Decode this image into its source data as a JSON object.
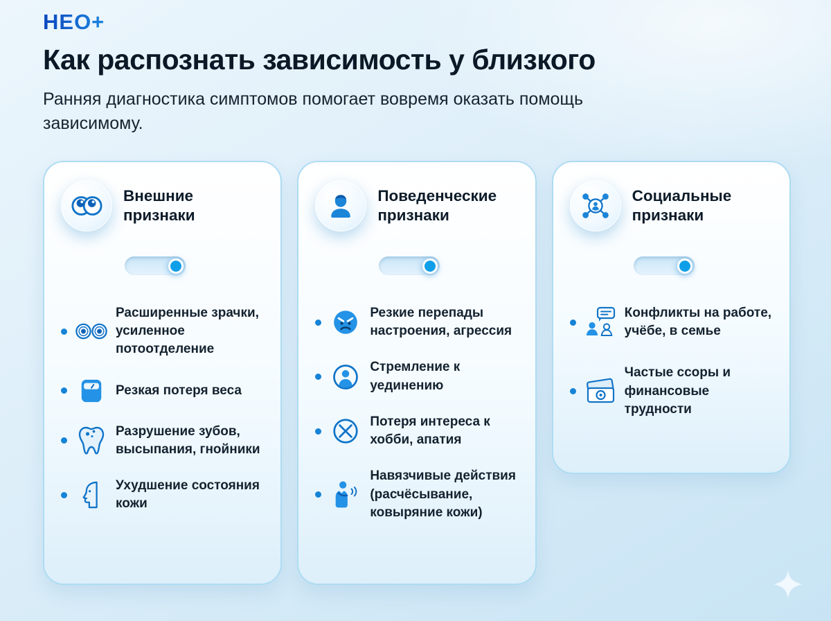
{
  "brand": {
    "logo": "НЕО+"
  },
  "header": {
    "title": "Как распознать зависимость у близкого",
    "subtitle": "Ранняя диагностика симптомов помогает вовремя оказать помощь зависимому."
  },
  "colors": {
    "accent_blue": "#1583d6",
    "icon_blue": "#2492e6",
    "stroke_blue": "#1174c8",
    "background_blue": "#d9edf8",
    "text_dark": "#0d1b29"
  },
  "cards": [
    {
      "title": "Внешние признаки",
      "icon": "googly-eyes-icon",
      "toggle_on": true,
      "items": [
        {
          "icon": "dilated-eyes-icon",
          "text": "Расширенные зрачки, усиленное потоотделение"
        },
        {
          "icon": "weight-scale-icon",
          "text": "Резкая потеря веса"
        },
        {
          "icon": "tooth-icon",
          "text": "Разрушение зубов, высыпания, гнойники"
        },
        {
          "icon": "face-profile-icon",
          "text": "Ухудшение состояния кожи"
        }
      ]
    },
    {
      "title": "Поведенческие признаки",
      "icon": "person-icon",
      "toggle_on": true,
      "items": [
        {
          "icon": "angry-face-icon",
          "text": "Резкие перепады настроения, агрессия"
        },
        {
          "icon": "solitude-person-icon",
          "text": "Стремление к уединению"
        },
        {
          "icon": "crossed-circle-icon",
          "text": "Потеря интереса к хобби, апатия"
        },
        {
          "icon": "scratching-person-icon",
          "text": "Навязчивые действия (расчёсывание, ковыряние кожи)"
        }
      ]
    },
    {
      "title": "Социальные признаки",
      "icon": "network-icon",
      "toggle_on": true,
      "items": [
        {
          "icon": "conflict-people-icon",
          "text": "Конфликты на работе, учёбе, в семье"
        },
        {
          "icon": "money-icon",
          "text": "Частые ссоры и финансовые трудности"
        }
      ]
    }
  ]
}
